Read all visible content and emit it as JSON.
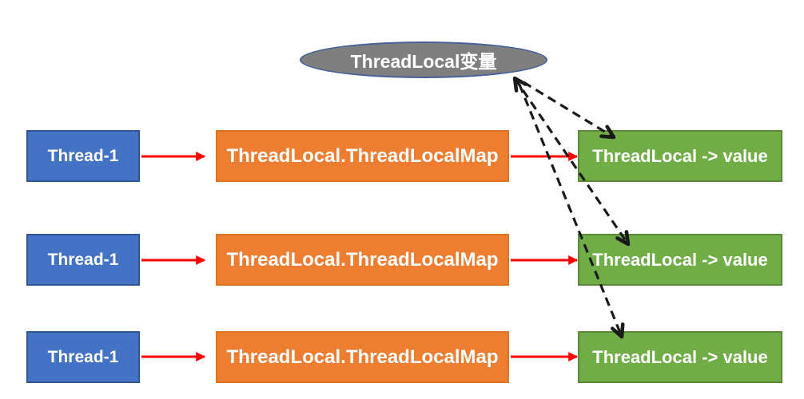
{
  "diagram": {
    "title_node": {
      "label": "ThreadLocal变量"
    },
    "rows": [
      {
        "thread": "Thread-1",
        "map": "ThreadLocal.ThreadLocalMap",
        "entry": "ThreadLocal -> value"
      },
      {
        "thread": "Thread-1",
        "map": "ThreadLocal.ThreadLocalMap",
        "entry": "ThreadLocal -> value"
      },
      {
        "thread": "Thread-1",
        "map": "ThreadLocal.ThreadLocalMap",
        "entry": "ThreadLocal -> value"
      }
    ],
    "colors": {
      "thread_box_fill": "#4472C4",
      "thread_box_border": "#2F5597",
      "map_box_fill": "#ED7D31",
      "entry_box_fill": "#70AD47",
      "entry_box_border": "#5A8A38",
      "ellipse_fill": "#7F7F7F",
      "ellipse_border": "#44609B",
      "solid_arrow": "#FF0000",
      "dashed_arrow": "#1A1A1A",
      "text": "#FFFFFF",
      "background": "#FFFFFF"
    }
  }
}
